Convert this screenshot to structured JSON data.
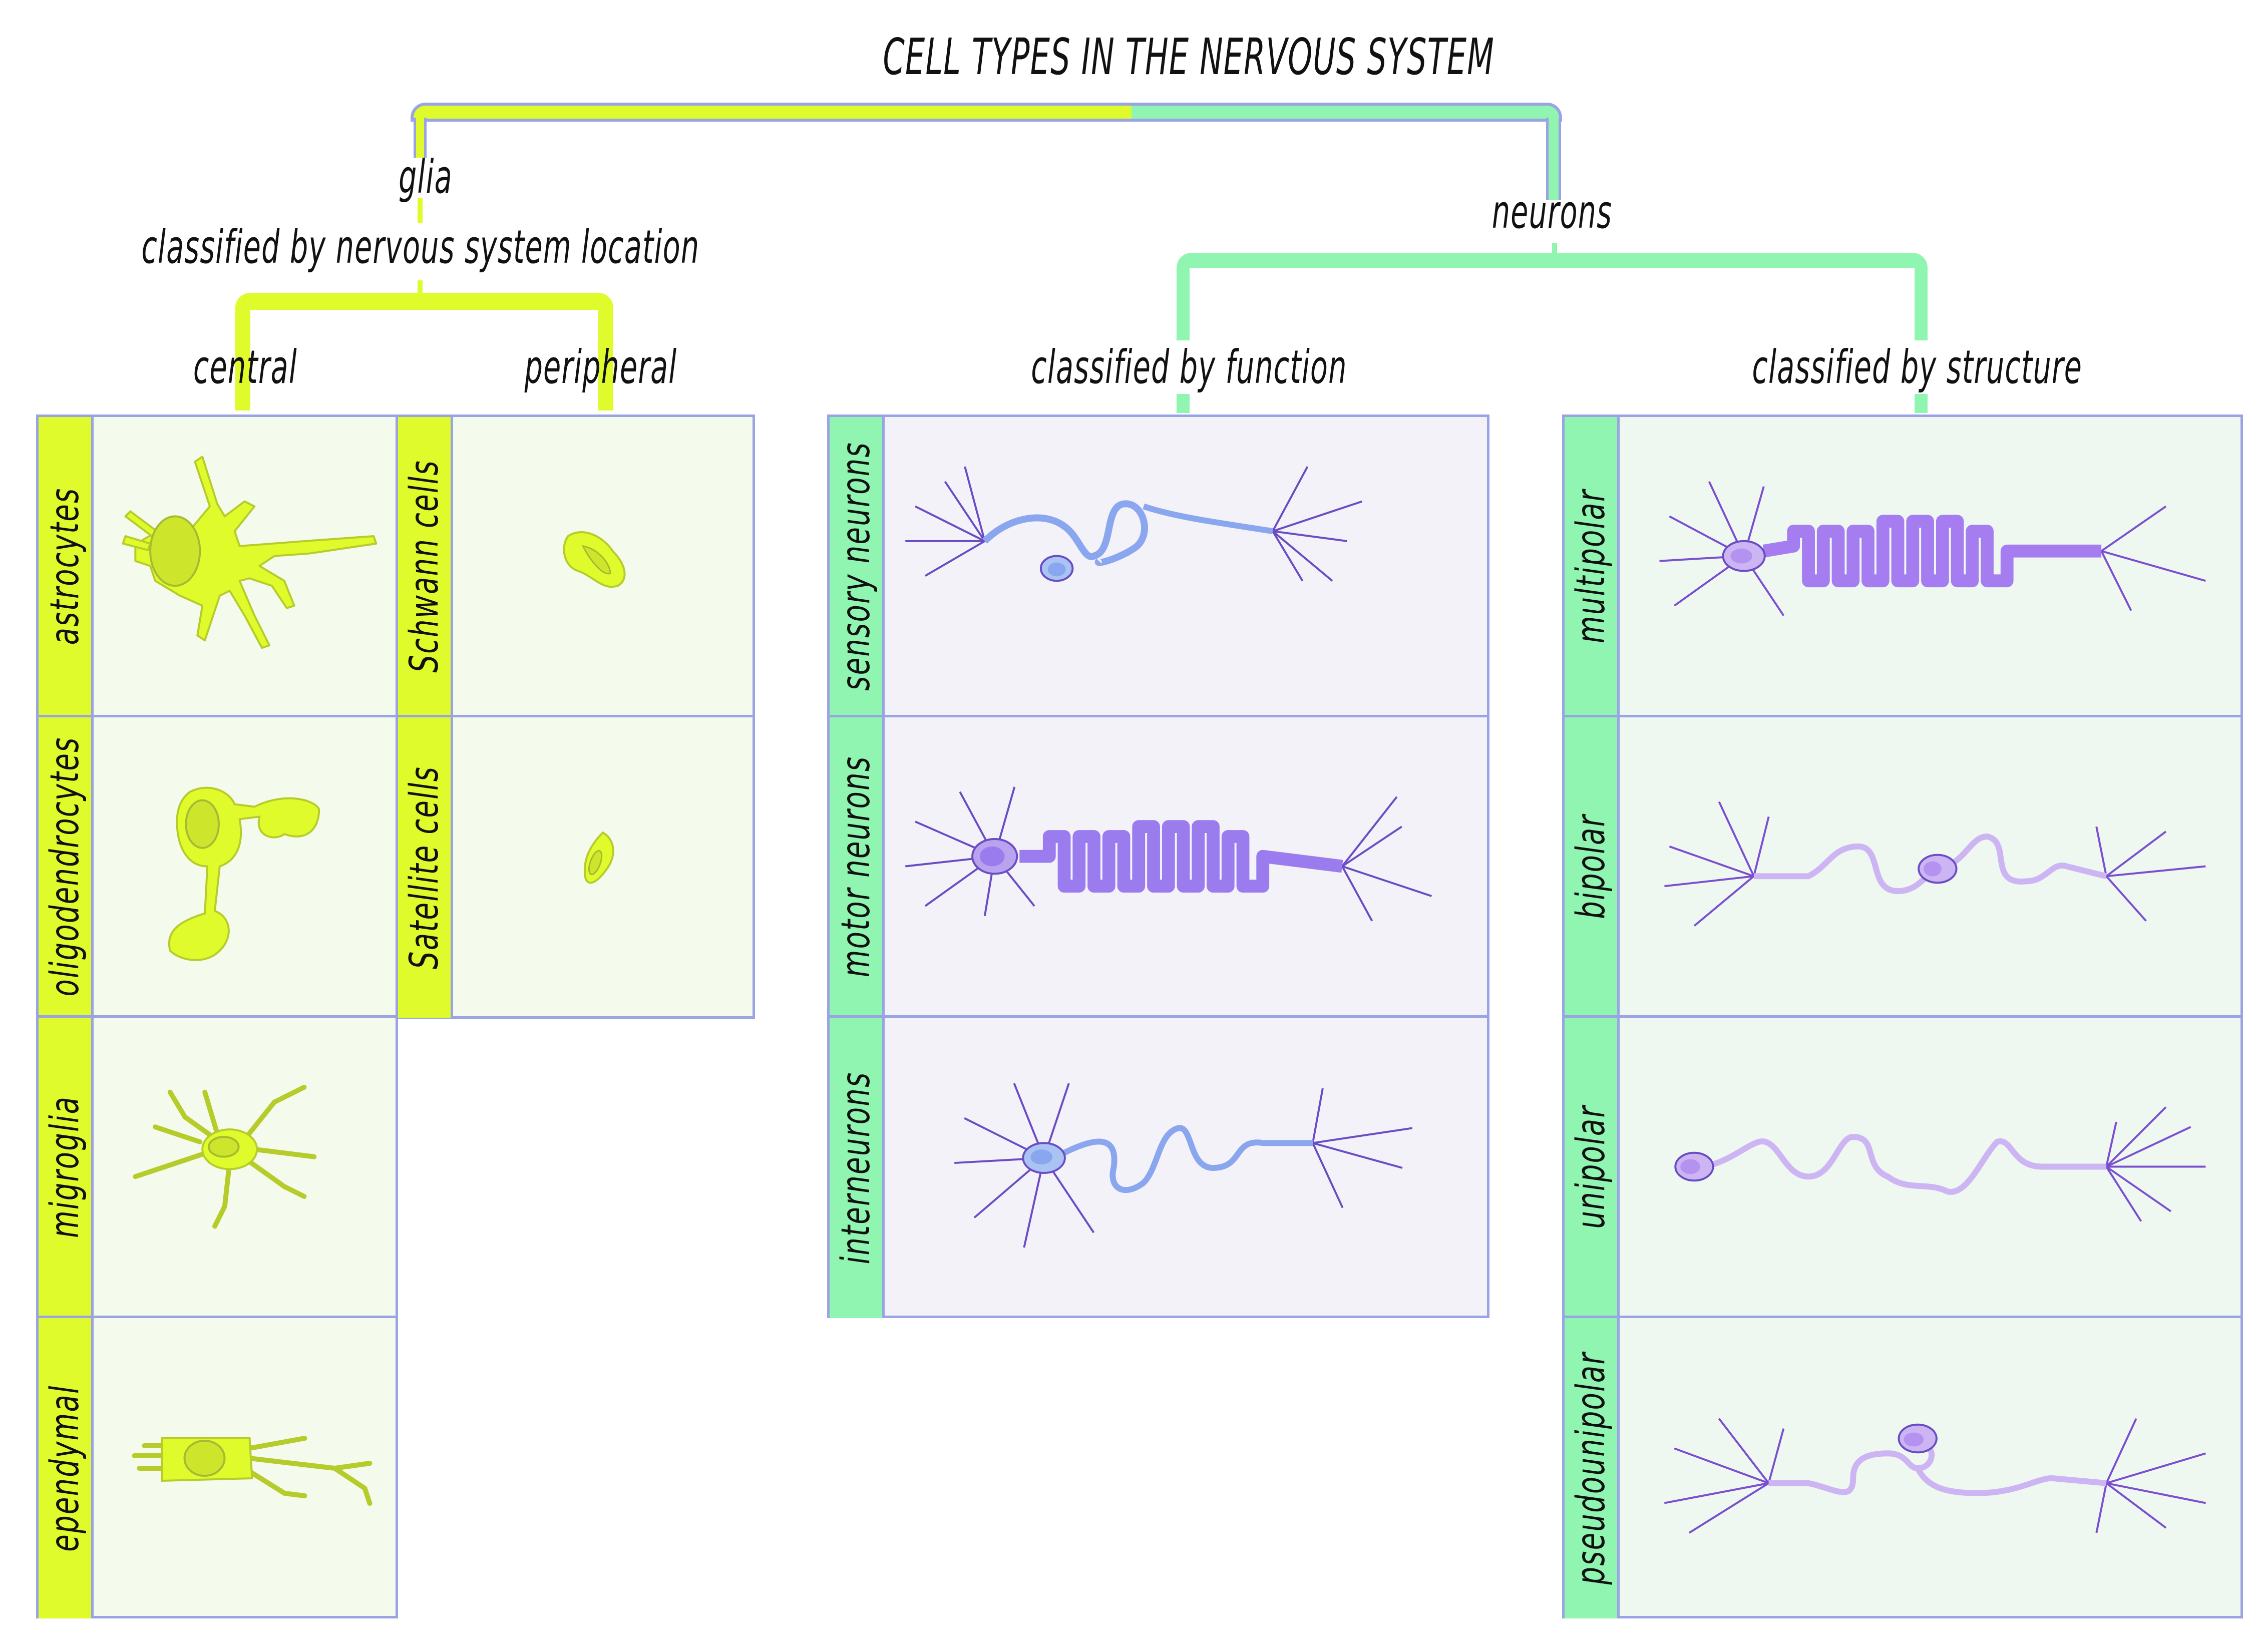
{
  "title": "CELL TYPES IN THE NERVOUS SYSTEM",
  "colors": {
    "glia_accent": "#dffb2c",
    "neuron_accent": "#8ff5b0",
    "border": "#9aa3e3",
    "glia_panel_bg": "#f5fbec",
    "function_panel_bg": "#f4f2f9",
    "structure_panel_bg": "#eef8f1",
    "neuron_blue": "#a9c3f3",
    "neuron_purple": "#cdb5f3",
    "neuron_outline": "#6a4cc4"
  },
  "glia": {
    "label": "glia",
    "classification": "classified by nervous system location",
    "central": {
      "label": "central",
      "cells": [
        {
          "name": "astrocytes",
          "icon": "astrocyte-icon"
        },
        {
          "name": "oligodendrocytes",
          "icon": "oligodendrocyte-icon"
        },
        {
          "name": "migroglia",
          "icon": "microglia-icon"
        },
        {
          "name": "ependymal",
          "icon": "ependymal-icon"
        }
      ]
    },
    "peripheral": {
      "label": "peripheral",
      "cells": [
        {
          "name": "Schwann cells",
          "icon": "schwann-cell-icon"
        },
        {
          "name": "Satellite cells",
          "icon": "satellite-cell-icon"
        }
      ]
    }
  },
  "neurons": {
    "label": "neurons",
    "function": {
      "label": "classified by function",
      "cells": [
        {
          "name": "sensory neurons",
          "icon": "sensory-neuron-icon"
        },
        {
          "name": "motor neurons",
          "icon": "motor-neuron-icon"
        },
        {
          "name": "interneurons",
          "icon": "interneuron-icon"
        }
      ]
    },
    "structure": {
      "label": "classified by structure",
      "cells": [
        {
          "name": "multipolar",
          "icon": "multipolar-neuron-icon"
        },
        {
          "name": "bipolar",
          "icon": "bipolar-neuron-icon"
        },
        {
          "name": "unipolar",
          "icon": "unipolar-neuron-icon"
        },
        {
          "name": "pseudounipolar",
          "icon": "pseudounipolar-neuron-icon"
        }
      ]
    }
  }
}
